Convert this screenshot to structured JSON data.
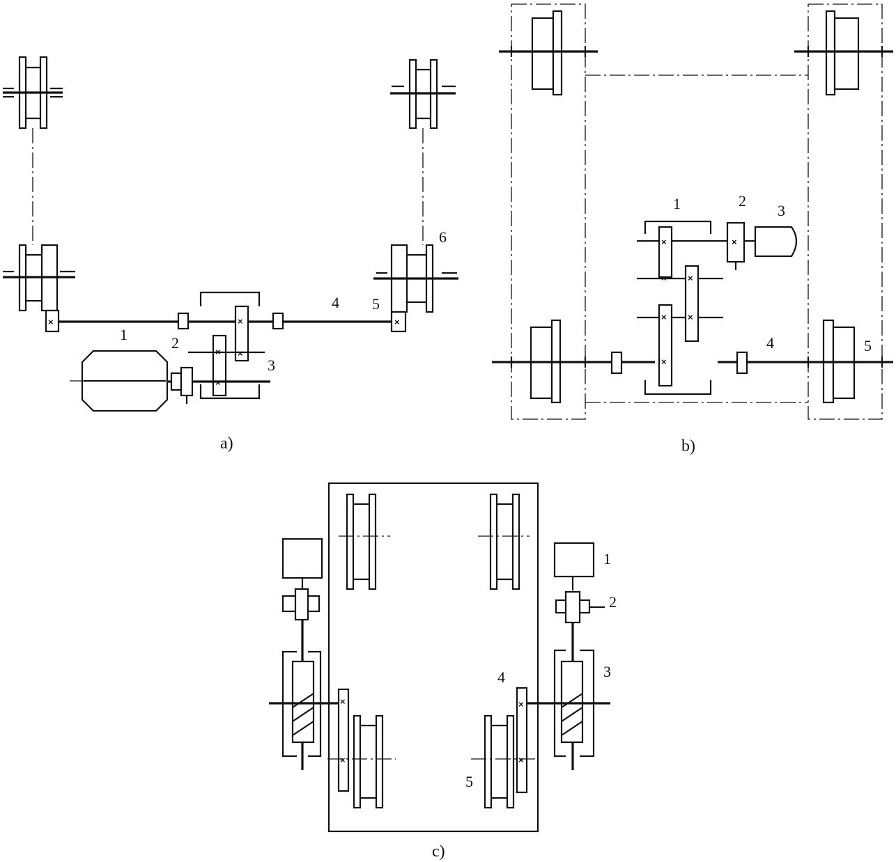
{
  "panels": [
    {
      "caption": "a)",
      "labels": [
        "1",
        "2",
        "3",
        "4",
        "5",
        "6"
      ]
    },
    {
      "caption": "b)",
      "labels": [
        "1",
        "2",
        "3",
        "4",
        "5"
      ]
    },
    {
      "caption": "c)",
      "labels": [
        "1",
        "2",
        "3",
        "4",
        "5"
      ]
    }
  ]
}
